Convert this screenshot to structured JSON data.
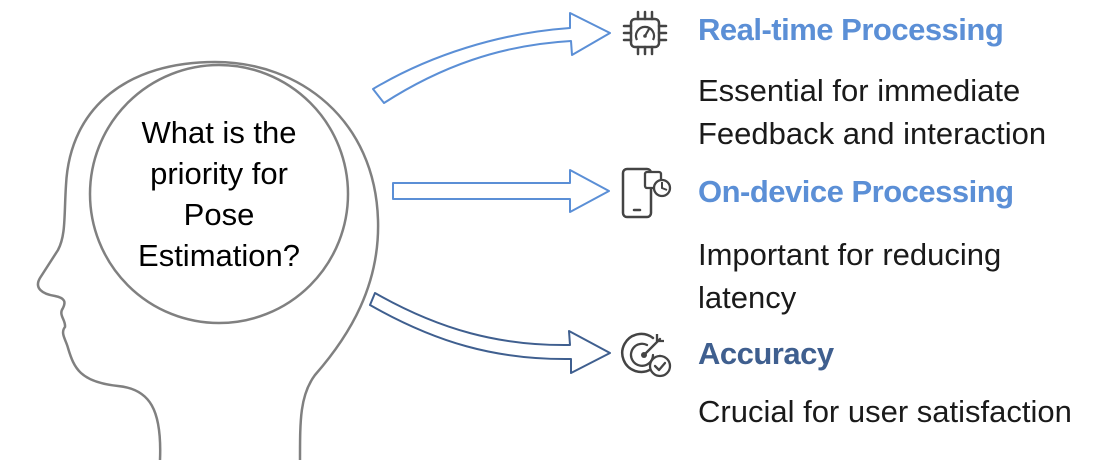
{
  "question": {
    "line1": "What is the",
    "line2": "priority for",
    "line3": "Pose",
    "line4": "Estimation?"
  },
  "options": [
    {
      "title": "Real-time Processing",
      "desc_line1": "Essential for immediate",
      "desc_line2": "Feedback and interaction",
      "icon": "cpu-speed-icon",
      "color": "#5b8fd6"
    },
    {
      "title": "On-device Processing",
      "desc_line1": "Important for reducing",
      "desc_line2": "latency",
      "icon": "mobile-device-icon",
      "color": "#5b8fd6"
    },
    {
      "title": "Accuracy",
      "desc_line1": "Crucial for user satisfaction",
      "icon": "target-check-icon",
      "color": "#3f5f8f"
    }
  ],
  "colors": {
    "head_outline": "#808080",
    "arrow_light": "#5b8fd6",
    "arrow_dark": "#3f5f8f"
  }
}
